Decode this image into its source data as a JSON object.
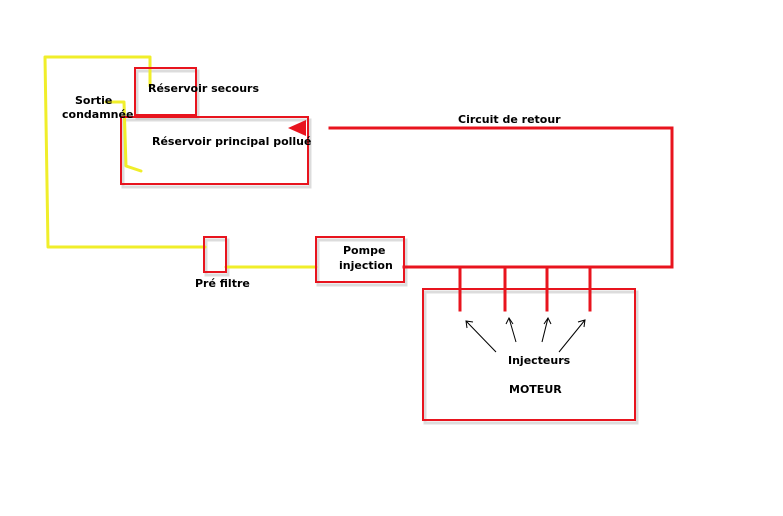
{
  "diagram": {
    "labels": {
      "reservoir_secours": "Réservoir secours",
      "reservoir_principal": "Réservoir principal pollué",
      "sortie_line1": "Sortie",
      "sortie_line2": "condamnée",
      "circuit_retour": "Circuit de retour",
      "pompe_line1": "Pompe",
      "pompe_line2": "injection",
      "pre_filtre": "Pré filtre",
      "injecteurs": "Injecteurs",
      "moteur": "MOTEUR"
    },
    "colors": {
      "fuel_line_red": "#e8141e",
      "feed_line_yellow": "#f0ee2a",
      "text": "#000000",
      "background": "#ffffff"
    }
  }
}
